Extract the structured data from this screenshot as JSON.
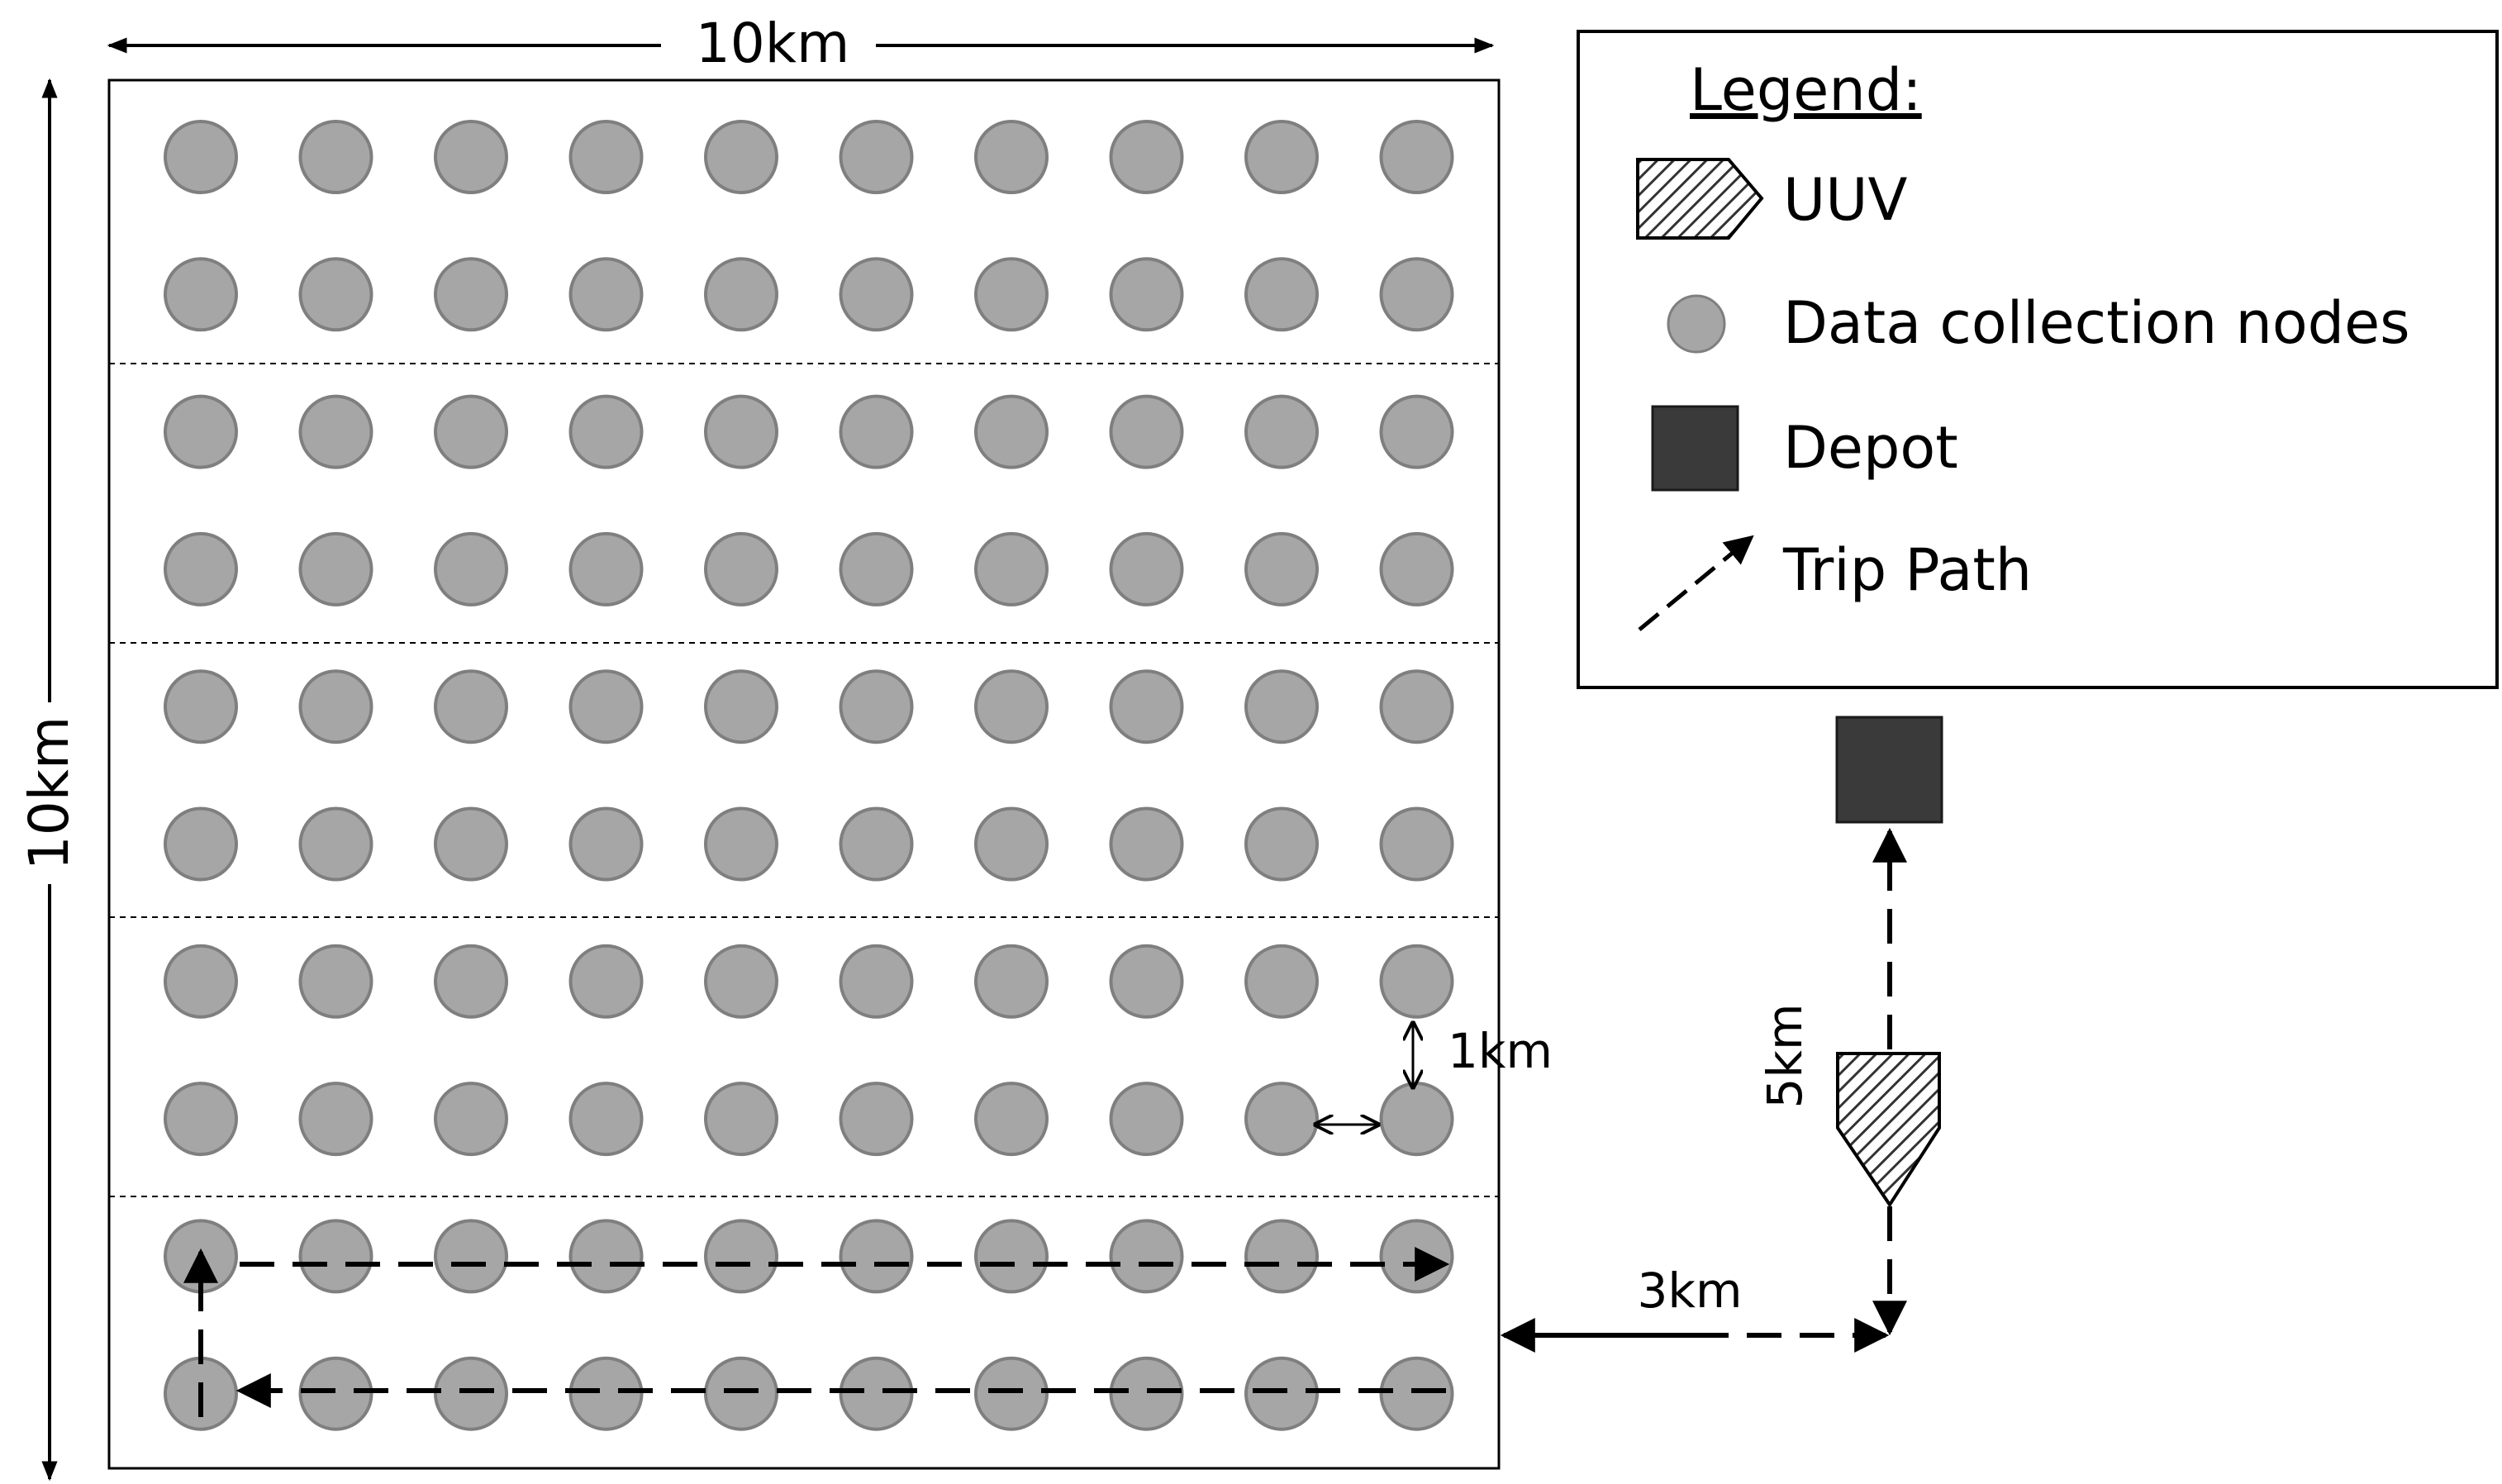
{
  "diagram": {
    "width_label": "10km",
    "height_label": "10km",
    "node_spacing_label": "1km",
    "horizontal_offset_label": "3km",
    "vertical_offset_label": "5km",
    "grid": {
      "rows": 10,
      "cols": 10
    }
  },
  "legend": {
    "title": "Legend:",
    "items": {
      "uuv": "UUV",
      "nodes": "Data collection nodes",
      "depot": "Depot",
      "trip": "Trip Path"
    }
  },
  "colors": {
    "node_fill": "#a6a6a6",
    "node_stroke": "#7f7f7f",
    "depot_fill": "#3a3a3a",
    "line": "#000000"
  }
}
